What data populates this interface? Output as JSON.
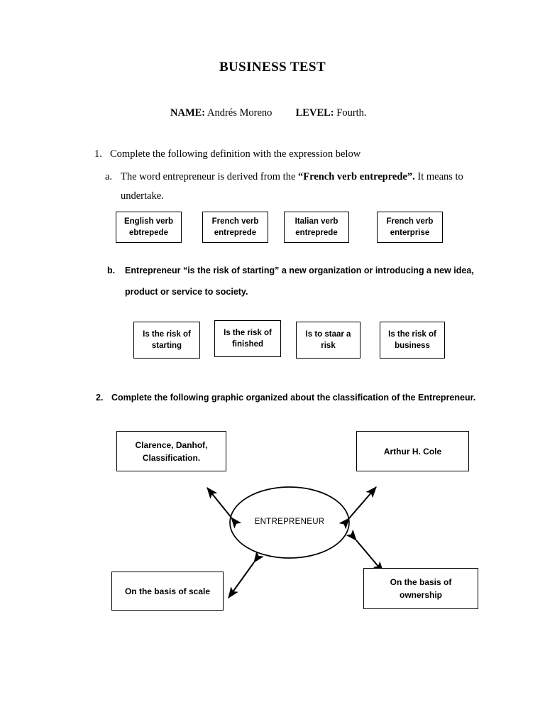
{
  "document": {
    "title": "BUSINESS TEST",
    "header": {
      "name_label": "NAME:",
      "name_value": "Andrés Moreno",
      "level_label": "LEVEL:",
      "level_value": "Fourth."
    }
  },
  "question1": {
    "number": "1.",
    "prompt": "Complete the following definition with the expression below",
    "item_a": {
      "marker": "a.",
      "text_before": "The word entrepreneur is derived from the ",
      "text_bold": "“French verb entreprede”.",
      "text_after": " It means to undertake.",
      "options": [
        {
          "line1": "English verb",
          "line2": "ebtrepede"
        },
        {
          "line1": "French verb",
          "line2": "entreprede"
        },
        {
          "line1": "Italian verb",
          "line2": "entreprede"
        },
        {
          "line1": "French verb",
          "line2": "enterprise"
        }
      ]
    },
    "item_b": {
      "marker": "b.",
      "text": "Entrepreneur “is the risk of starting” a new organization or introducing a new idea, product or service to society.",
      "options": [
        {
          "line1": "Is the risk of",
          "line2": "starting"
        },
        {
          "line1": "Is the risk of",
          "line2": "finished"
        },
        {
          "line1": "Is to staar a",
          "line2": "risk"
        },
        {
          "line1": "Is the risk of",
          "line2": "business"
        }
      ]
    }
  },
  "question2": {
    "number": "2.",
    "prompt": "Complete the following graphic organized about the classification of the Entrepreneur.",
    "diagram": {
      "center_label": "ENTREPRENEUR",
      "nodes": [
        {
          "position": "top-left",
          "line1": "Clarence, Danhof,",
          "line2": "Classification."
        },
        {
          "position": "top-right",
          "line1": "Arthur H. Cole",
          "line2": ""
        },
        {
          "position": "bottom-left",
          "line1": "On the basis of scale",
          "line2": ""
        },
        {
          "position": "bottom-right",
          "line1": "On the basis of",
          "line2": "ownership"
        }
      ],
      "connector_style": "double-headed-arrow"
    }
  },
  "colors": {
    "ink": "#000000",
    "page": "#ffffff"
  }
}
